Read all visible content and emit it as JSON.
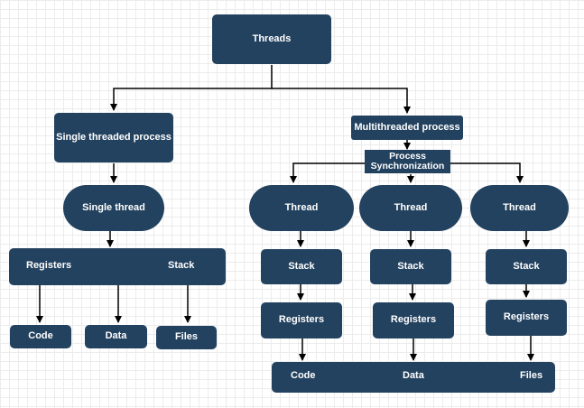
{
  "nodes": {
    "threads": "Threads",
    "single_process": "Single threaded process",
    "multi_process": "Multithreaded process",
    "sync_line1": "Process",
    "sync_line2": "Synchronization",
    "single_thread": "Single thread",
    "thread_1": "Thread",
    "thread_2": "Thread",
    "thread_3": "Thread",
    "left_registers": "Registers",
    "left_stack": "Stack",
    "stack_1": "Stack",
    "stack_2": "Stack",
    "stack_3": "Stack",
    "registers_1": "Registers",
    "registers_2": "Registers",
    "registers_3": "Registers",
    "left_code": "Code",
    "left_data": "Data",
    "left_files": "Files",
    "shared_code": "Code",
    "shared_data": "Data",
    "shared_files": "Files"
  },
  "colors": {
    "node_fill": "#23425f",
    "node_text": "#ffffff",
    "connector": "#000000",
    "grid": "#ececec"
  }
}
